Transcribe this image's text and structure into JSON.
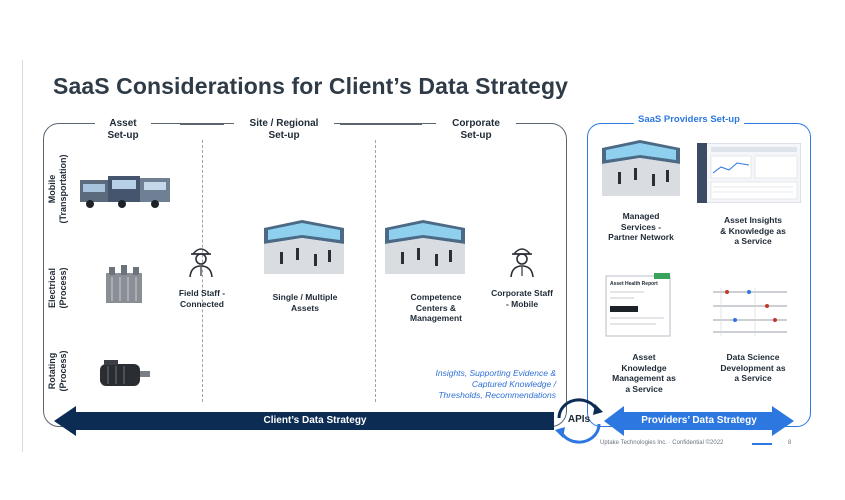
{
  "title": "SaaS Considerations for Client’s Data Strategy",
  "columns": {
    "asset": "Asset\nSet-up",
    "site": "Site / Regional\nSet-up",
    "corporate": "Corporate\nSet-up"
  },
  "rows": {
    "mobile": "Mobile\n(Transportation)",
    "electrical": "Electrical\n(Process)",
    "rotating": "Rotating\n(Process)"
  },
  "client_labels": {
    "field_staff": "Field Staff -\nConnected",
    "single_multiple": "Single / Multiple\nAssets",
    "competence": "Competence\nCenters &\nManagement",
    "corporate_staff": "Corporate Staff\n- Mobile"
  },
  "insights_note": "Insights, Supporting Evidence &\nCaptured Knowledge /\nThresholds, Recommendations",
  "providers": {
    "title": "SaaS Providers Set-up",
    "managed": "Managed\nServices -\nPartner Network",
    "asset_insights": "Asset Insights\n& Knowledge as\na Service",
    "asset_knowledge": "Asset\nKnowledge\nManagement as\na Service",
    "data_science": "Data Science\nDevelopment as\na Service",
    "report_title": "Asset Health Report"
  },
  "arrows": {
    "client": "Client’s Data Strategy",
    "apis": "APIs",
    "providers": "Providers’ Data Strategy"
  },
  "footer": {
    "company": "Uptake Technologies Inc. · Confidential ©2022",
    "page": "8"
  },
  "colors": {
    "navy": "#0d2c54",
    "blue": "#2d78e0",
    "title": "#2f3b47"
  }
}
